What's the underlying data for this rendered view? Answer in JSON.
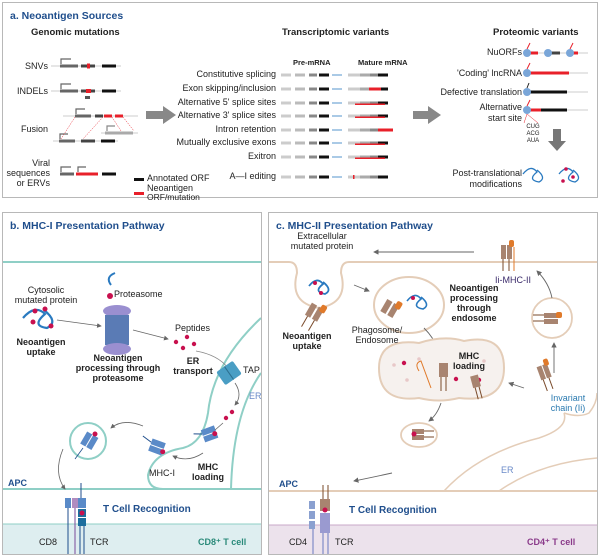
{
  "panel_a": {
    "title": "a. Neoantigen Sources",
    "genomic": {
      "header": "Genomic mutations",
      "rows": [
        "SNVs",
        "INDELs",
        "Fusion",
        "Viral sequences or ERVs"
      ],
      "viral_lines": [
        "Viral",
        "sequences",
        "or ERVs"
      ]
    },
    "legend": {
      "annotated": "Annotated ORF",
      "neo_line1": "Neoantigen",
      "neo_line2": "ORF/mutation",
      "annotated_color": "#111111",
      "neo_color": "#e8202a"
    },
    "transcriptomic": {
      "header": "Transcriptomic variants",
      "pre_label": "Pre-mRNA",
      "mature_label": "Mature mRNA",
      "rows": [
        "Constitutive splicing",
        "Exon skipping/inclusion",
        "Alternative 5' splice sites",
        "Alternative 3' splice sites",
        "Intron retention",
        "Mutually exclusive exons",
        "Exitron",
        "A—I editing"
      ]
    },
    "proteomic": {
      "header": "Proteomic variants",
      "rows": [
        "NuORFs",
        "'Coding' lncRNA",
        "Defective translation"
      ],
      "alt_start_line1": "Alternative",
      "alt_start_line2": "start site",
      "codons": [
        "CUG",
        "ACG",
        "AUA"
      ],
      "ptm_line1": "Post-translational",
      "ptm_line2": "modifications"
    }
  },
  "panel_b": {
    "title": "b. MHC-I Presentation Pathway",
    "cytosolic_line1": "Cytosolic",
    "cytosolic_line2": "mutated protein",
    "uptake_line1": "Neoantigen",
    "uptake_line2": "uptake",
    "proteasome": "Proteasome",
    "processing_line1": "Neoantigen",
    "processing_line2": "processing through",
    "processing_line3": "proteasome",
    "peptides": "Peptides",
    "er_transport_line1": "ER",
    "er_transport_line2": "transport",
    "tap": "TAP",
    "er": "ER",
    "mhc1": "MHC-I",
    "mhc_loading_line1": "MHC",
    "mhc_loading_line2": "loading",
    "apc": "APC",
    "tcell_recognition": "T Cell Recognition",
    "cd8": "CD8",
    "tcr": "TCR",
    "tcell": "CD8⁺ T cell"
  },
  "panel_c": {
    "title": "c. MHC-II Presentation Pathway",
    "extracellular_line1": "Extracellular",
    "extracellular_line2": "mutated protein",
    "ii_mhc2": "Ii-MHC-II",
    "uptake_line1": "Neoantigen",
    "uptake_line2": "uptake",
    "phago_line1": "Phagosome/",
    "phago_line2": "Endosome",
    "processing_line1": "Neoantigen",
    "processing_line2": "processing",
    "processing_line3": "through",
    "processing_line4": "endosome",
    "mhc_loading_line1": "MHC",
    "mhc_loading_line2": "loading",
    "invariant_line1": "Invariant",
    "invariant_line2": "chain (Ii)",
    "er": "ER",
    "apc": "APC",
    "tcell_recognition": "T Cell Recognition",
    "cd4": "CD4",
    "tcr": "TCR",
    "tcell": "CD4⁺ T cell"
  },
  "colors": {
    "title_blue": "#1f4e8c",
    "neo_red": "#e8202a",
    "peptide": "#c8104e",
    "er_teal": "#8fcfc6",
    "membrane_tan": "#e4cdb8",
    "tcell8_band": "#deeef0",
    "tcell4_band": "#ece2ec"
  }
}
